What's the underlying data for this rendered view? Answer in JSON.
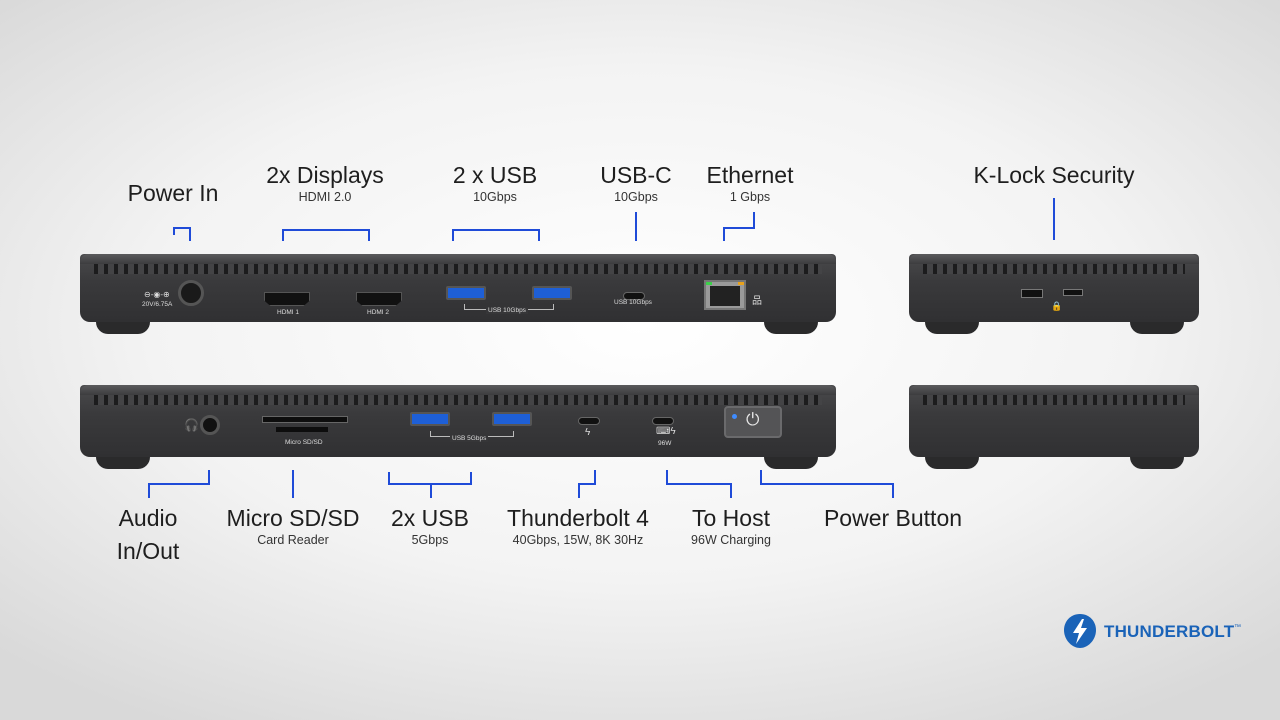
{
  "labels_top": {
    "power_in": {
      "title": "Power In"
    },
    "displays": {
      "title": "2x Displays",
      "sub": "HDMI 2.0"
    },
    "usb_top": {
      "title": "2 x USB",
      "sub": "10Gbps"
    },
    "usbc": {
      "title": "USB-C",
      "sub": "10Gbps"
    },
    "ethernet": {
      "title": "Ethernet",
      "sub": "1 Gbps"
    },
    "klock": {
      "title": "K-Lock Security"
    }
  },
  "labels_bottom": {
    "audio": {
      "title_line1": "Audio",
      "title_line2": "In/Out"
    },
    "sd": {
      "title": "Micro SD/SD",
      "sub": "Card Reader"
    },
    "usb_bottom": {
      "title": "2x USB",
      "sub": "5Gbps"
    },
    "thunderbolt": {
      "title": "Thunderbolt 4",
      "sub": "40Gbps, 15W, 8K 30Hz"
    },
    "to_host": {
      "title": "To Host",
      "sub": "96W Charging"
    },
    "power_button": {
      "title": "Power Button"
    }
  },
  "device_markings": {
    "dc_rating": "20V/6.75A",
    "hdmi1": "HDMI 1",
    "hdmi2": "HDMI 2",
    "usb10": "USB 10Gbps",
    "usbc10": "USB 10Gbps",
    "sd_slot": "Micro SD/SD",
    "usb5": "USB 5Gbps",
    "host_watts": "96W"
  },
  "logo": {
    "text": "THUNDERBOLT",
    "tm": "™"
  },
  "colors": {
    "accent_line": "#1f4bd8",
    "usb_blue": "#1e5fd6",
    "logo_blue": "#1a63b8"
  }
}
